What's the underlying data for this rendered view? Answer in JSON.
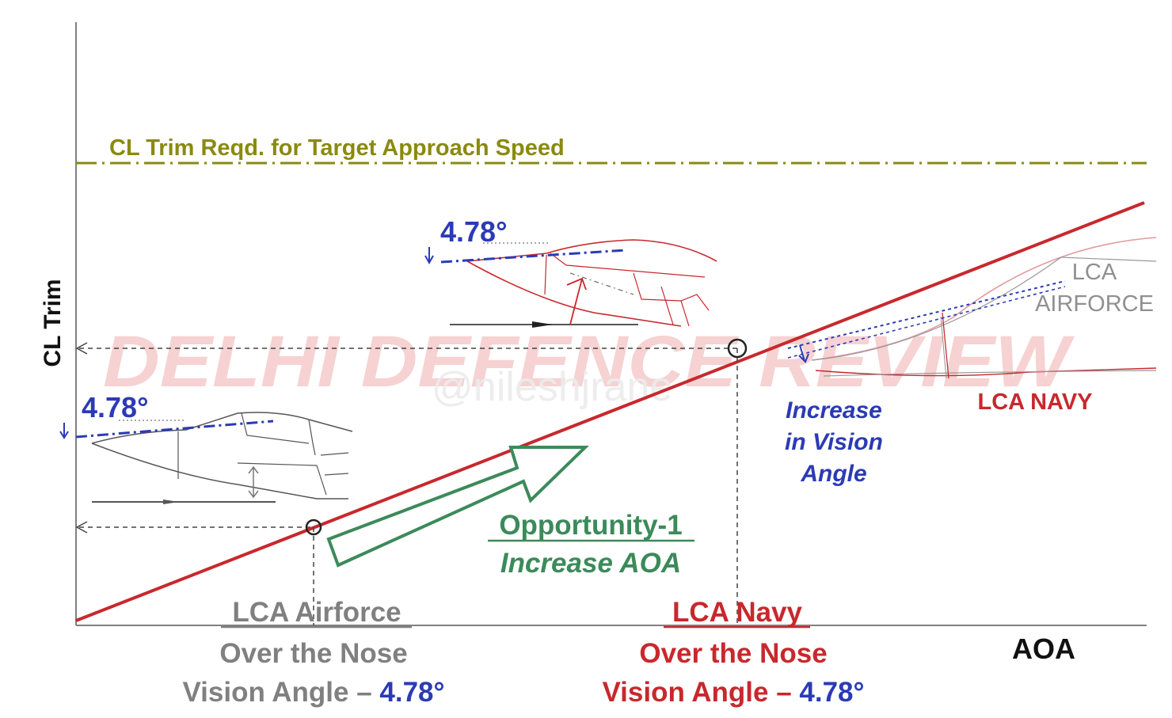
{
  "axes": {
    "y_label": "CL Trim",
    "x_label": "AOA"
  },
  "reference_line": {
    "label": "CL Trim Reqd. for Target Approach Speed"
  },
  "watermark": {
    "text": "DELHI DEFENCE REVIEW",
    "handle": "@nileshjrane"
  },
  "vision_angle_label": "4.78°",
  "overlay_labels": {
    "lca_airforce_line1": "LCA",
    "lca_airforce_line2": "AIRFORCE",
    "lca_navy": "LCA NAVY"
  },
  "increase_vision": [
    "Increase",
    "in Vision",
    "Angle"
  ],
  "opportunity": {
    "title": "Opportunity-1",
    "subtitle": "Increase AOA"
  },
  "airforce_caption": {
    "title": "LCA Airforce",
    "line2": "Over the Nose",
    "line3_prefix": "Vision Angle – ",
    "line3_value": "4.78°"
  },
  "navy_caption": {
    "title": "LCA Navy",
    "line2": "Over the Nose",
    "line3_prefix": "Vision Angle – ",
    "line3_value": "4.78°"
  },
  "colors": {
    "red": "#c8282d",
    "blue": "#2b3bb5",
    "olive": "#8a8a10",
    "green": "#3c8a5a",
    "gray": "#808080",
    "watermark": "#f4c4c4"
  }
}
